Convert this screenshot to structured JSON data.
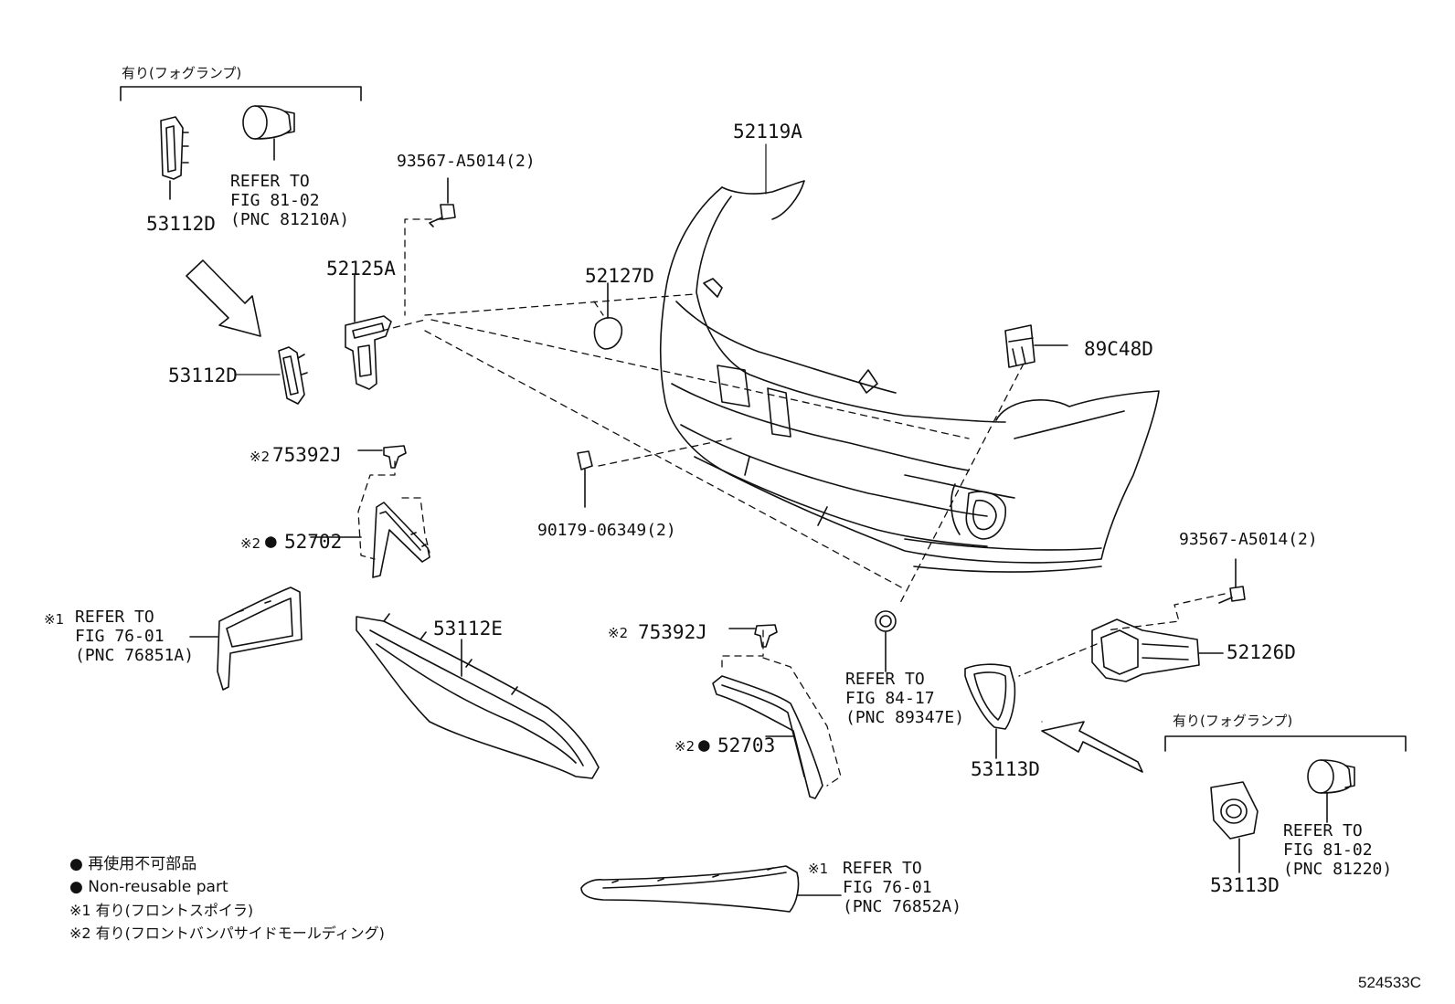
{
  "fog_lamp_group_left": "有り(フォグランプ)",
  "fog_lamp_group_right": "有り(フォグランプ)",
  "parts": {
    "p52119A": "52119A",
    "p52127D": "52127D",
    "p52125A": "52125A",
    "p89C48D": "89C48D",
    "p53112D_a": "53112D",
    "p53112D_b": "53112D",
    "p93567_a": "93567-A5014(2)",
    "p93567_b": "93567-A5014(2)",
    "p90179": "90179-06349(2)",
    "p75392J_a": "75392J",
    "p75392J_b": "75392J",
    "p52702": "52702",
    "p52703": "52703",
    "p53112E": "53112E",
    "p52126D": "52126D",
    "p53113D_a": "53113D",
    "p53113D_b": "53113D"
  },
  "marks": {
    "note1": "※1",
    "note2": "※2",
    "note2b": "※2",
    "note2c": "※2",
    "note2d": "※2",
    "note1b": "※1",
    "dot": "●",
    "dot2": "●"
  },
  "refs": {
    "fog_left": "REFER TO\nFIG 81-02\n(PNC 81210A)",
    "spoiler_left": "REFER TO\nFIG 76-01\n(PNC 76851A)",
    "sensor": "REFER TO\nFIG 84-17\n(PNC 89347E)",
    "spoiler_bottom": "REFER TO\nFIG 76-01\n(PNC 76852A)",
    "fog_right": "REFER TO\nFIG 81-02\n(PNC 81220)"
  },
  "legend": {
    "jp_nonreusable": "● 再使用不可部品",
    "en_nonreusable": "● Non-reusable part",
    "note1": "※1 有り(フロントスポイラ)",
    "note2": "※2 有り(フロントバンパサイドモールディング)"
  },
  "figure_id": "524533C",
  "colors": {
    "line": "#111111",
    "background": "#ffffff"
  }
}
